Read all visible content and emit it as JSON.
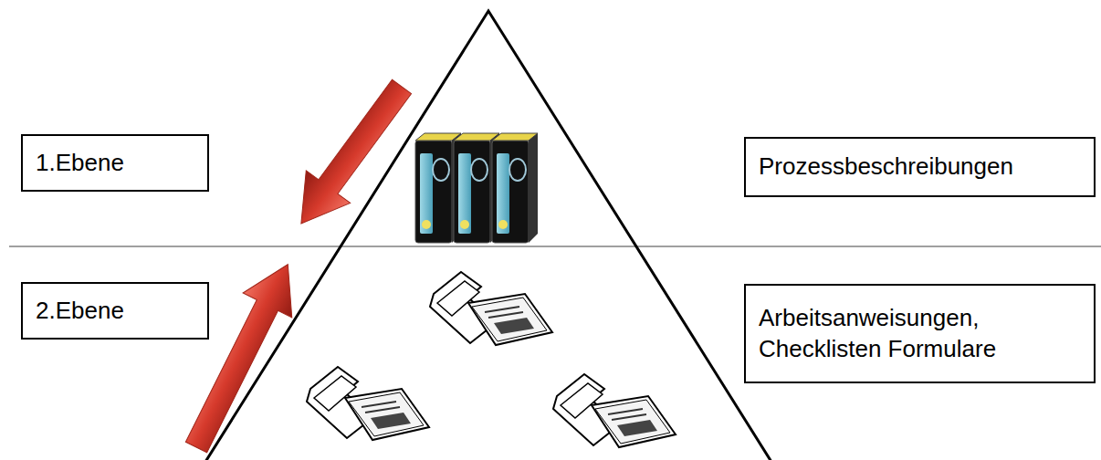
{
  "diagram": {
    "nodes": [
      {
        "text": [
          "1.Ebene"
        ]
      },
      {
        "text": [
          "Prozessbeschreibungen"
        ]
      },
      {
        "text": [
          "2.Ebene"
        ]
      },
      {
        "text": [
          "Arbeitsanweisungen, Checklisten Formulare"
        ]
      }
    ]
  }
}
